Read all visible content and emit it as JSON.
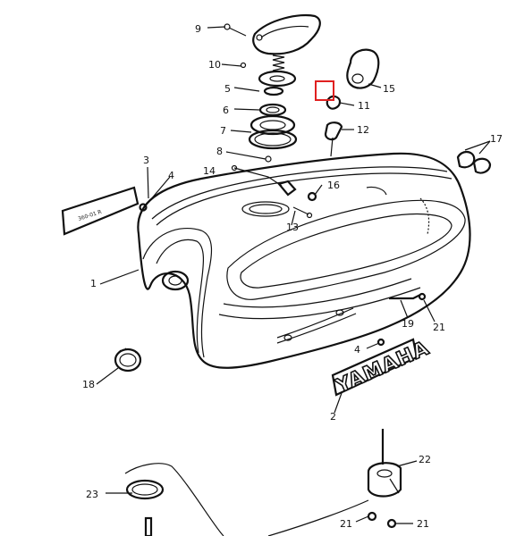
{
  "labels": {
    "l1": "1",
    "l2": "2",
    "l3": "3",
    "l4a": "4",
    "l4b": "4",
    "l5": "5",
    "l6": "6",
    "l7": "7",
    "l8": "8",
    "l9": "9",
    "l10": "10",
    "l11": "11",
    "l12": "12",
    "l13": "13",
    "l14": "14",
    "l15": "15",
    "l16": "16",
    "l17": "17",
    "l18": "18",
    "l19": "19",
    "l21a": "21",
    "l21b": "21",
    "l21c": "21",
    "l22": "22",
    "l23": "23"
  },
  "decal_text": "360-01 R",
  "brand_text": "YAMAHA",
  "highlight_color": "#e02020"
}
